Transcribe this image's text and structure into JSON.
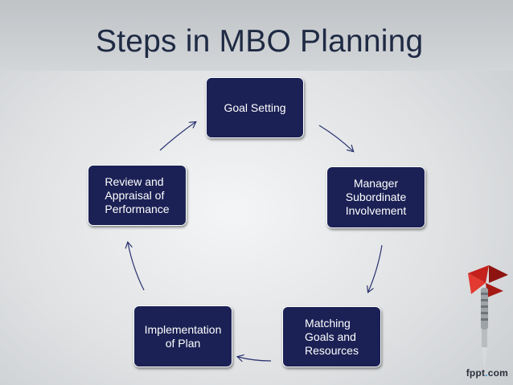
{
  "title": "Steps in MBO Planning",
  "steps": [
    {
      "label": "Goal Setting"
    },
    {
      "label": "Manager\nSubordinate\nInvolvement"
    },
    {
      "label": "Matching\nGoals and\nResources"
    },
    {
      "label": "Implementation\nof Plan"
    },
    {
      "label": "Review and\nAppraisal of\nPerformance"
    }
  ],
  "colors": {
    "box": "#1b2155",
    "arrow": "#2b3470",
    "title": "#1f2a44"
  },
  "logo": {
    "name": "fppt",
    "dot": ".",
    "tld": "com"
  }
}
